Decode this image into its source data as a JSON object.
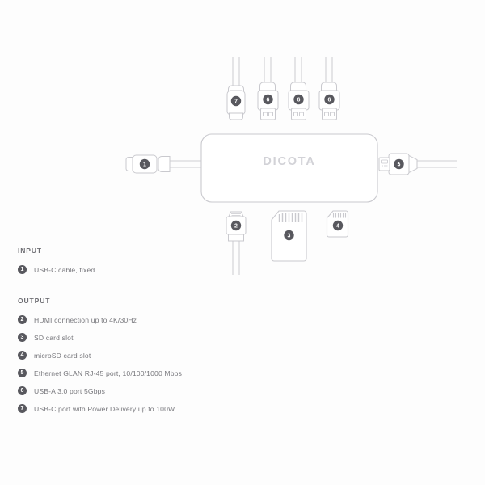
{
  "brand": {
    "logo_text": "DICOTA"
  },
  "colors": {
    "background": "#fdfdfd",
    "outline": "#c9c9ce",
    "badge_fill": "#58585e",
    "badge_text": "#ffffff",
    "legend_heading": "#6f6f74",
    "legend_text": "#77777c",
    "logo": "#d2d2d7",
    "cable": "#cfcfd4"
  },
  "legend": {
    "input": {
      "heading": "INPUT",
      "items": [
        {
          "number": "1",
          "label": "USB-C cable, fixed"
        }
      ]
    },
    "output": {
      "heading": "OUTPUT",
      "items": [
        {
          "number": "2",
          "label": "HDMI connection up to 4K/30Hz"
        },
        {
          "number": "3",
          "label": "SD card slot"
        },
        {
          "number": "4",
          "label": "microSD card slot"
        },
        {
          "number": "5",
          "label": "Ethernet GLAN RJ-45 port, 10/100/1000 Mbps"
        },
        {
          "number": "6",
          "label": "USB-A 3.0 port 5Gbps"
        },
        {
          "number": "7",
          "label": "USB-C port with Power Delivery up to 100W"
        }
      ]
    }
  },
  "diagram": {
    "hub_label": "DICOTA",
    "callouts": [
      {
        "number": "1",
        "name": "usb-c-input-cable"
      },
      {
        "number": "2",
        "name": "hdmi-cable"
      },
      {
        "number": "3",
        "name": "sd-card"
      },
      {
        "number": "4",
        "name": "microsd-card"
      },
      {
        "number": "5",
        "name": "rj45-ethernet-cable"
      },
      {
        "number": "6",
        "name": "usb-a-cable"
      },
      {
        "number": "7",
        "name": "usb-c-cable"
      }
    ]
  }
}
